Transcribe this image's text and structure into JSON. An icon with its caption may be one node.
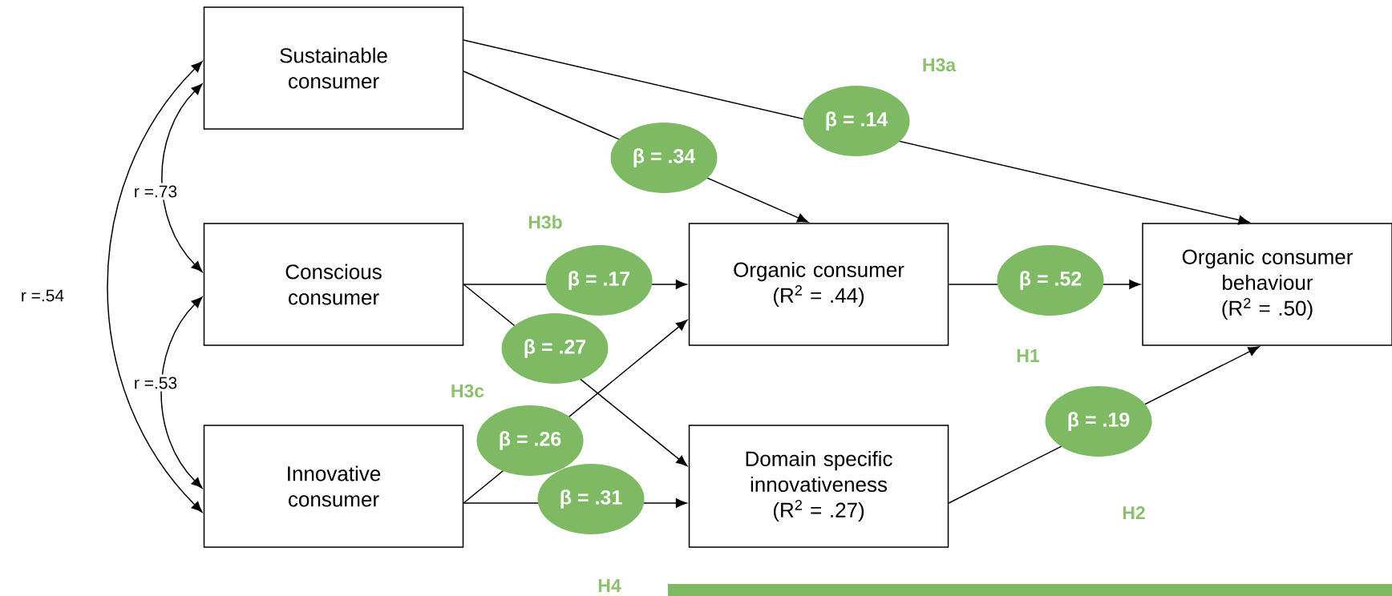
{
  "diagram": {
    "nodes": [
      {
        "text": [
          "Sustainable consumer"
        ]
      },
      {
        "text": [
          "Conscious consumer"
        ]
      },
      {
        "text": [
          "Innovative consumer"
        ]
      },
      {
        "text": [
          "Organic consumer (R$^{2}$ = .44)"
        ]
      },
      {
        "text": [
          "Domain specific innovativeness (R$^{2}$ = .27)"
        ]
      },
      {
        "text": [
          "Organic consumer behaviour (R$^{2}$ = .50)"
        ]
      }
    ],
    "edges": [
      {
        "from": 0,
        "to": 3,
        "arrow": "to",
        "label": "β = .34"
      },
      {
        "from": 0,
        "to": 5,
        "arrow": "to",
        "label": "β = .14"
      },
      {
        "from": 1,
        "to": 3,
        "arrow": "to",
        "label": "β = .17"
      },
      {
        "from": 1,
        "to": 4,
        "arrow": "to",
        "label": "β = .27"
      },
      {
        "from": 2,
        "to": 3,
        "arrow": "to",
        "label": "β = .26"
      },
      {
        "from": 2,
        "to": 4,
        "arrow": "to",
        "label": "β = .31"
      },
      {
        "from": 3,
        "to": 5,
        "arrow": "to",
        "label": "β = .52"
      },
      {
        "from": 4,
        "to": 5,
        "arrow": "to",
        "label": "β = .19"
      },
      {
        "from": 0,
        "to": 1,
        "arrow": "both",
        "label": "r =.73"
      },
      {
        "from": 1,
        "to": 2,
        "arrow": "both",
        "label": "r =.53"
      },
      {
        "from": 0,
        "to": 2,
        "arrow": "both",
        "label": "r =.54"
      }
    ],
    "labels": [
      "H3a",
      "H3b",
      "H1",
      "H3c",
      "H2",
      "H4"
    ]
  }
}
